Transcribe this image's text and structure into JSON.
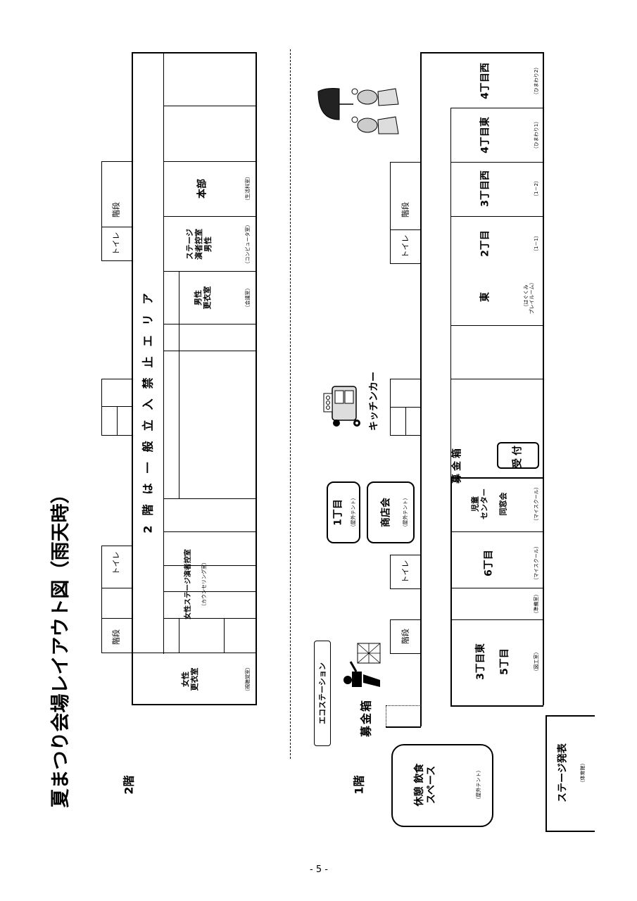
{
  "title": "夏まつり会場レイアウト図（雨天時）",
  "floor2_label": "2階",
  "floor1_label": "1階",
  "page_number": "- 5 -",
  "f2": {
    "restricted": "2階は一般立入禁止エリア",
    "stairs": "階段",
    "toilet": "トイレ",
    "female_dressing": "女性\n更衣室",
    "female_dressing_room": "（視聴覚室）",
    "female_stage": "女性ステージ演者控室",
    "female_stage_room": "（カウンセリング室）",
    "male_dressing": "男性\n更衣室",
    "male_dressing_room": "（会議室）",
    "stage_male": "ステージ\n演者控室\n男性",
    "stage_male_room": "（コンピュータ室）",
    "hq": "本部",
    "hq_room": "（生活科室）"
  },
  "f1": {
    "eco_station": "エコステーション",
    "donation_box": "募金箱",
    "stairs": "階段",
    "toilet": "トイレ",
    "rest_area": "休憩 飲食\nスペース",
    "rest_area_sub": "（屋外テント）",
    "stage": "ステージ発表",
    "stage_room": "（体育館）",
    "chome1": "1丁目",
    "chome1_sub": "（屋外テント）",
    "shoutenkai": "商店会",
    "shoutenkai_sub": "（屋外テント）",
    "donation_box2": "募金箱",
    "reception": "受付",
    "kitchen_car": "キッチンカー",
    "r3e5": "3丁目東\n\n5丁目",
    "r3e5_room": "（図工室）",
    "junbi": "（準備室）",
    "r6": "6丁目",
    "r6_room": "（マイスクール）",
    "jido": "児童\nセンター\n\n同窓会",
    "jido_room": "（マイスクール）",
    "higashi": "東",
    "higashi_room": "（はぐくみ\nプレイルーム）",
    "r2": "2丁目",
    "r2_room": "（1－1）",
    "r3w": "3丁目西",
    "r3w_room": "（1－2）",
    "r4e": "4丁目東",
    "r4e_room": "（ひまわり1）",
    "r4w": "4丁目西",
    "r4w_room": "（ひまわり2）"
  }
}
